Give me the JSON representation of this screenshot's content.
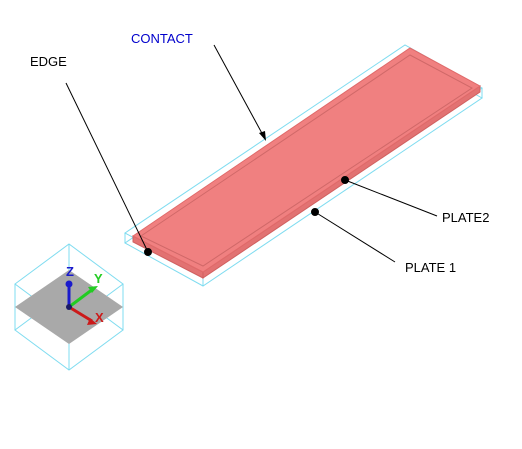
{
  "labels": {
    "contact": "CONTACT",
    "edge": "EDGE",
    "plate2": "PLATE2",
    "plate1": "PLATE 1"
  },
  "triad": {
    "z": "Z",
    "y": "Y",
    "x": "X"
  },
  "colors": {
    "contact_label": "#0000cc",
    "plate_fill": "#f08080",
    "wireframe": "#7fdcf0",
    "triad_plane": "#a9a9a9",
    "axis_z": "#1a1acc",
    "axis_y": "#22cc22",
    "axis_x": "#cc1a1a"
  }
}
